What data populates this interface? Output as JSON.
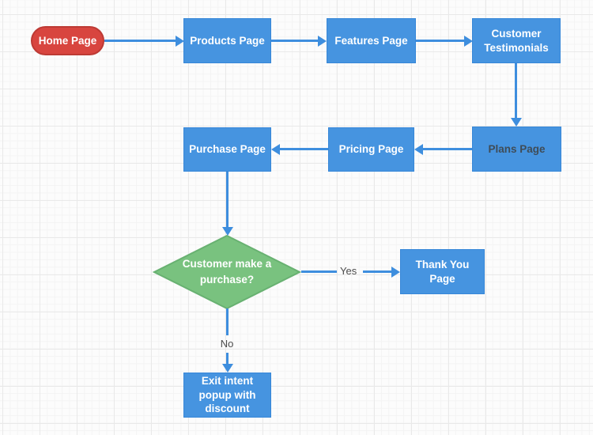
{
  "diagram": {
    "type": "flowchart",
    "canvas": {
      "background": "#fcfcfc",
      "grid_major_color": "#e9e9e9",
      "grid_minor_color": "#f4f4f4"
    },
    "colors": {
      "node_blue_fill": "#4694e0",
      "node_blue_border": "#3787d8",
      "node_red_fill": "#d8453f",
      "node_red_border": "#bd3a34",
      "node_green_fill": "#79c27f",
      "node_green_border": "#68b171",
      "connector_blue": "#3e8ede",
      "edge_label_color": "#4c4c4c",
      "node_text_white": "#ffffff",
      "plans_text_dark": "#3f4c57"
    },
    "nodes": [
      {
        "id": "home-page",
        "label": "Home Page",
        "shape": "rounded-pill",
        "fill": "#d8453f",
        "text_color": "#ffffff"
      },
      {
        "id": "products-page",
        "label": "Products Page",
        "shape": "rectangle",
        "fill": "#4694e0",
        "text_color": "#ffffff"
      },
      {
        "id": "features-page",
        "label": "Features Page",
        "shape": "rectangle",
        "fill": "#4694e0",
        "text_color": "#ffffff"
      },
      {
        "id": "customer-testimonials",
        "label": "Customer Testimonials",
        "shape": "rectangle",
        "fill": "#4694e0",
        "text_color": "#ffffff"
      },
      {
        "id": "plans-page",
        "label": "Plans Page",
        "shape": "rectangle",
        "fill": "#4694e0",
        "text_color": "#3f4c57"
      },
      {
        "id": "pricing-page",
        "label": "Pricing Page",
        "shape": "rectangle",
        "fill": "#4694e0",
        "text_color": "#ffffff"
      },
      {
        "id": "purchase-page",
        "label": "Purchase Page",
        "shape": "rectangle",
        "fill": "#4694e0",
        "text_color": "#ffffff"
      },
      {
        "id": "decision-purchase",
        "label": "Customer make a purchase?",
        "shape": "diamond",
        "fill": "#79c27f",
        "text_color": "#ffffff"
      },
      {
        "id": "thank-you-page",
        "label": "Thank You Page",
        "shape": "rectangle",
        "fill": "#4694e0",
        "text_color": "#ffffff"
      },
      {
        "id": "exit-intent-popup",
        "label": "Exit intent popup with discount",
        "shape": "rectangle",
        "fill": "#4694e0",
        "text_color": "#ffffff"
      }
    ],
    "edges": [
      {
        "from": "home-page",
        "to": "products-page",
        "label": ""
      },
      {
        "from": "products-page",
        "to": "features-page",
        "label": ""
      },
      {
        "from": "features-page",
        "to": "customer-testimonials",
        "label": ""
      },
      {
        "from": "customer-testimonials",
        "to": "plans-page",
        "label": ""
      },
      {
        "from": "plans-page",
        "to": "pricing-page",
        "label": ""
      },
      {
        "from": "pricing-page",
        "to": "purchase-page",
        "label": ""
      },
      {
        "from": "purchase-page",
        "to": "decision-purchase",
        "label": ""
      },
      {
        "from": "decision-purchase",
        "to": "thank-you-page",
        "label": "Yes"
      },
      {
        "from": "decision-purchase",
        "to": "exit-intent-popup",
        "label": "No"
      }
    ]
  }
}
